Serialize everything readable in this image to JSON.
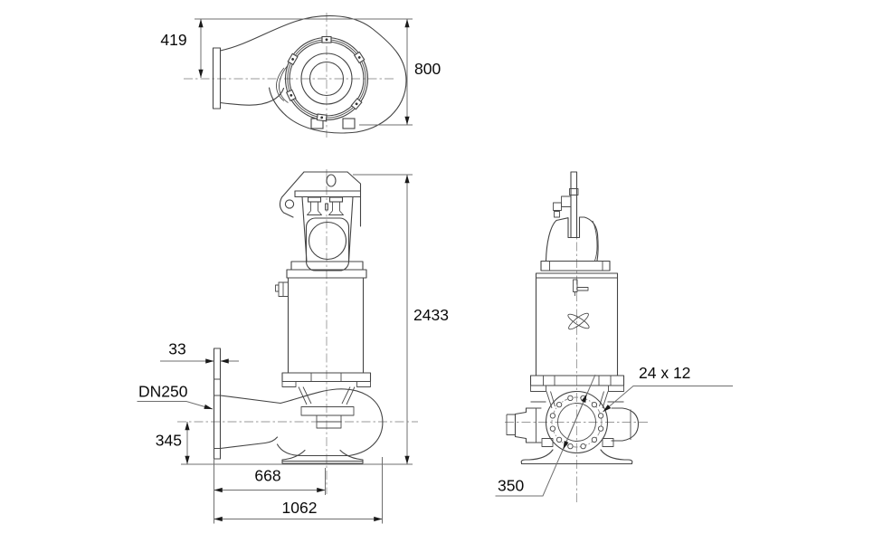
{
  "dimensions": {
    "top_view": {
      "outlet_top_to_center": "419",
      "overall_width": "800"
    },
    "side_view": {
      "overall_height": "2433",
      "flange_thickness": "33",
      "discharge_flange": "DN250",
      "discharge_center_height": "345",
      "flange_to_shaft_center": "668",
      "overall_length": "1062"
    },
    "front_view": {
      "bolt_holes": "24 x 12",
      "bolt_circle_diameter": "350"
    }
  },
  "colors": {
    "background": "#ffffff",
    "part_line": "#444444",
    "dimension_line": "#6f6f6f",
    "centerline": "#9a9a9a",
    "text": "#0a0a0a"
  }
}
